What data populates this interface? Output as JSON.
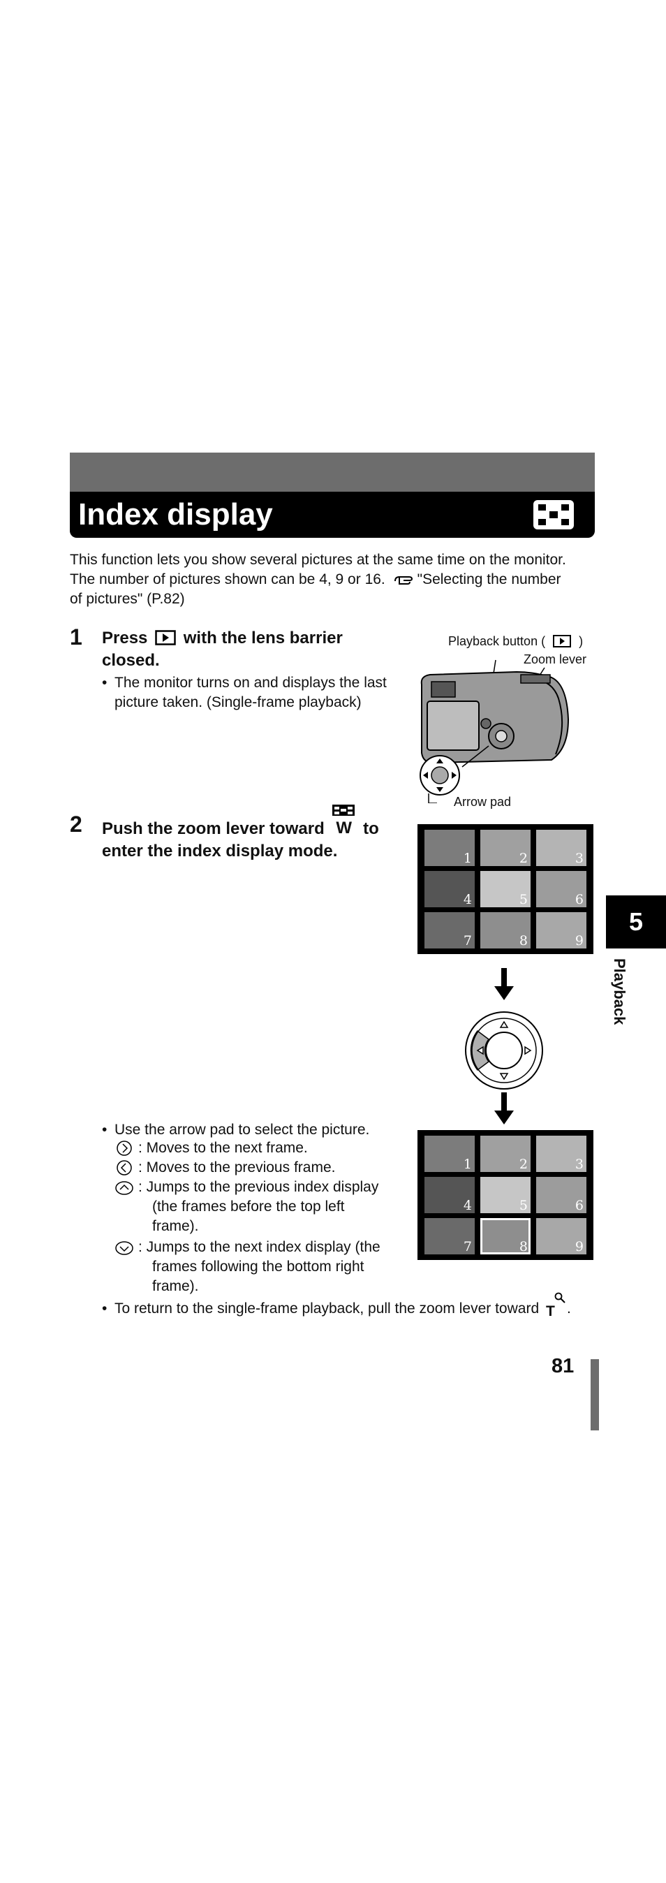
{
  "title": "Index display",
  "intro": [
    "This function lets you show several pictures at the same time on the monitor.",
    "The number of pictures shown can be 4, 9 or 16.",
    "\"Selecting the number",
    "of pictures\" (P.82)"
  ],
  "step1": {
    "num": "1",
    "head_before": "Press",
    "head_after": "with the lens barrier",
    "head_line2": "closed.",
    "bullet_line1": "The monitor turns on and displays the last",
    "bullet_line2": "picture taken. (Single-frame playback)"
  },
  "camera_labels": {
    "playback_button": "Playback button (",
    "playback_close": ")",
    "zoom_lever": "Zoom lever",
    "arrow_pad": "Arrow pad"
  },
  "step2": {
    "num": "2",
    "head_before": "Push the zoom lever toward",
    "head_after": "to",
    "head_line2": "enter the index display mode.",
    "w_label": "W"
  },
  "bullets": {
    "select": "Use the arrow pad to select the picture.",
    "next": ":  Moves to the next frame.",
    "prev": ":  Moves to the previous frame.",
    "up_l1": ":  Jumps to the previous index display",
    "up_l2": "(the frames before the top left",
    "up_l3": "frame).",
    "down_l1": ":  Jumps to the next index display (the",
    "down_l2": "frames following the bottom right",
    "down_l3": "frame).",
    "return": "To return to the single-frame playback, pull the zoom lever toward",
    "t_label": "T"
  },
  "thumbs": [
    "1",
    "2",
    "3",
    "4",
    "5",
    "6",
    "7",
    "8",
    "9"
  ],
  "chapter": {
    "number": "5",
    "label": "Playback"
  },
  "page_number": "81"
}
